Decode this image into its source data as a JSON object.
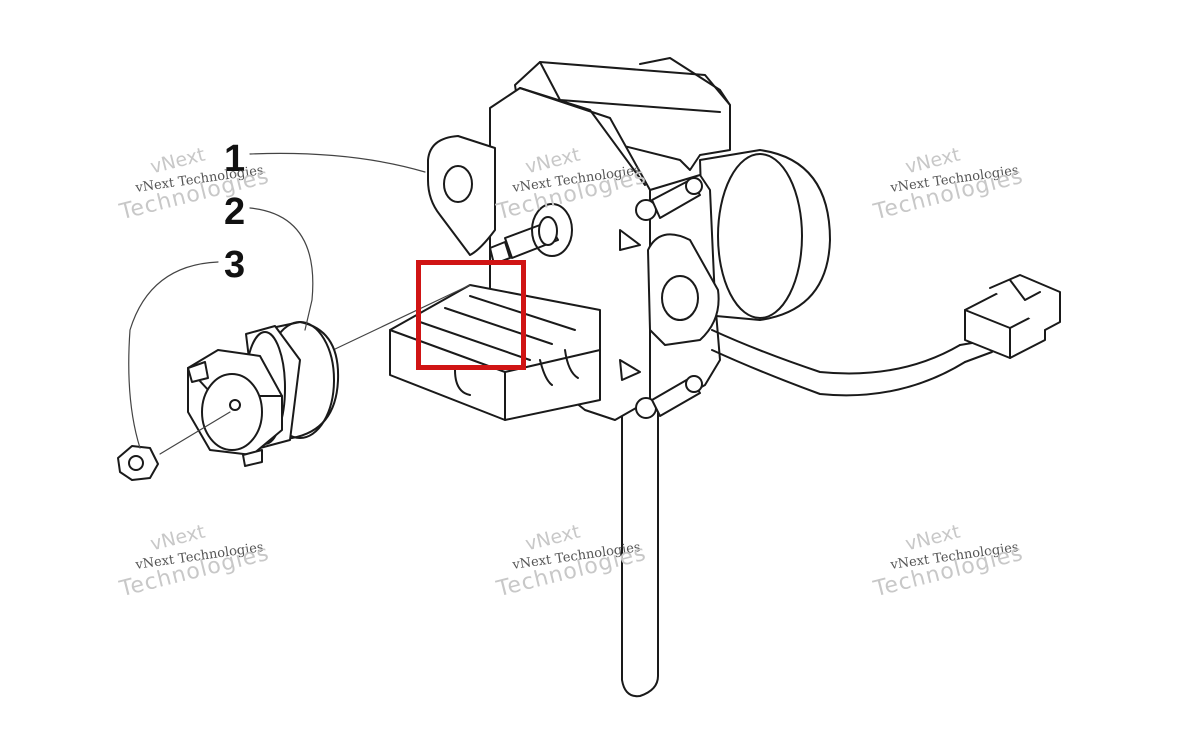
{
  "callouts": [
    "1",
    "2",
    "3"
  ],
  "watermark": {
    "line1": "vNext Technologies",
    "line2": "Technologies",
    "line3": "vNext"
  },
  "colors": {
    "line": "#1a1a1a",
    "highlight": "#d01414",
    "leader": "#444444"
  }
}
